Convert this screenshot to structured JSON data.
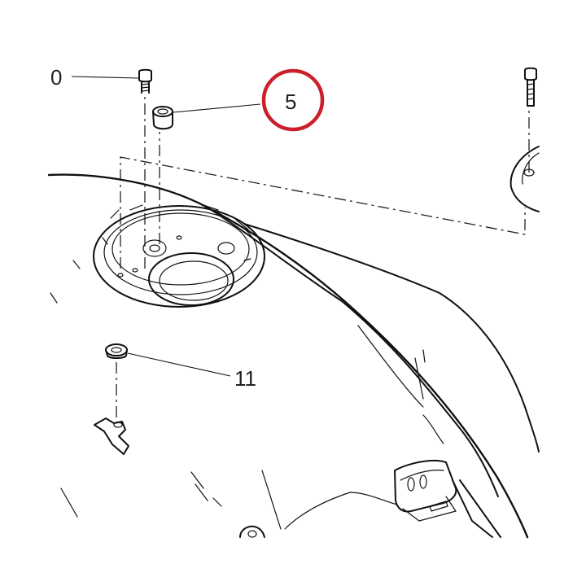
{
  "diagram": {
    "callouts": [
      {
        "id": "callout-0",
        "label": "0"
      },
      {
        "id": "callout-5",
        "label": "5",
        "highlighted": true
      },
      {
        "id": "callout-11",
        "label": "11"
      }
    ],
    "highlight_color": "#cc1f2a",
    "line_color": "#111111",
    "background": "#ffffff"
  }
}
